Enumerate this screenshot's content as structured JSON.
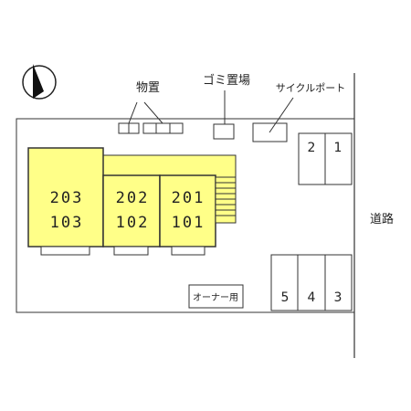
{
  "labels": {
    "storage": "物置",
    "garbage": "ゴミ置場",
    "bike_port": "サイクルポート",
    "road": "道路",
    "owner": "オーナー用"
  },
  "units": {
    "left": {
      "upper": "203",
      "lower": "103"
    },
    "middle": {
      "upper": "202",
      "lower": "102"
    },
    "right": {
      "upper": "201",
      "lower": "101"
    }
  },
  "parking": {
    "top": [
      "2",
      "1"
    ],
    "bottom": [
      "5",
      "4",
      "3"
    ]
  },
  "colors": {
    "building": "#ffff88",
    "line": "#333333"
  }
}
